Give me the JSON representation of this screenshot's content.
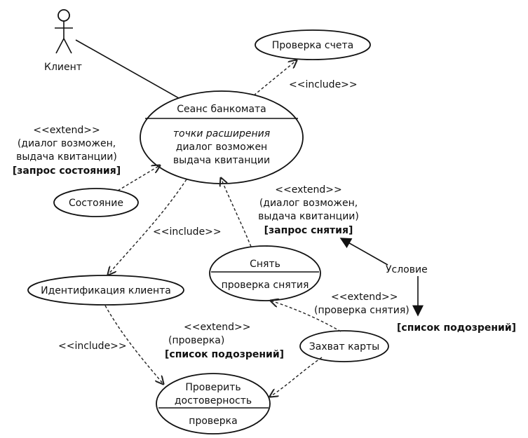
{
  "actor": {
    "name": "Клиент"
  },
  "use_cases": {
    "atm_session": {
      "name": "Сеанс банкомата",
      "ext_title": "точки расширения",
      "ext_point_1": "диалог возможен",
      "ext_point_2": "выдача квитанции"
    },
    "check_account": {
      "name": "Проверка счета"
    },
    "status": {
      "name": "Состояние"
    },
    "client_id": {
      "name": "Идентификация клиента"
    },
    "withdraw": {
      "name": "Снять",
      "ext_point": "проверка снятия"
    },
    "verify": {
      "name_line1": "Проверить",
      "name_line2": "достоверность",
      "ext_point": "проверка"
    },
    "capture_card": {
      "name": "Захват карты"
    }
  },
  "labels": {
    "include_top": "<<include>>",
    "extend_left": {
      "stereo": "<<extend>>",
      "line1": "(диалог возможен,",
      "line2": "выдача квитанции)",
      "cond": "[запрос состояния]"
    },
    "extend_right": {
      "stereo": "<<extend>>",
      "line1": "(диалог возможен,",
      "line2": "выдача квитанции)",
      "cond": "[запрос снятия]"
    },
    "include_mid": "<<include>>",
    "include_bottom": "<<include>>",
    "extend_verify": {
      "stereo": "<<extend>>",
      "line1": "(проверка)",
      "cond": "[список подозрений]"
    },
    "extend_capture": {
      "stereo": "<<extend>>",
      "line1": "(проверка снятия)"
    },
    "condition": "Условие",
    "suspect_list": "[список подозрений]"
  }
}
